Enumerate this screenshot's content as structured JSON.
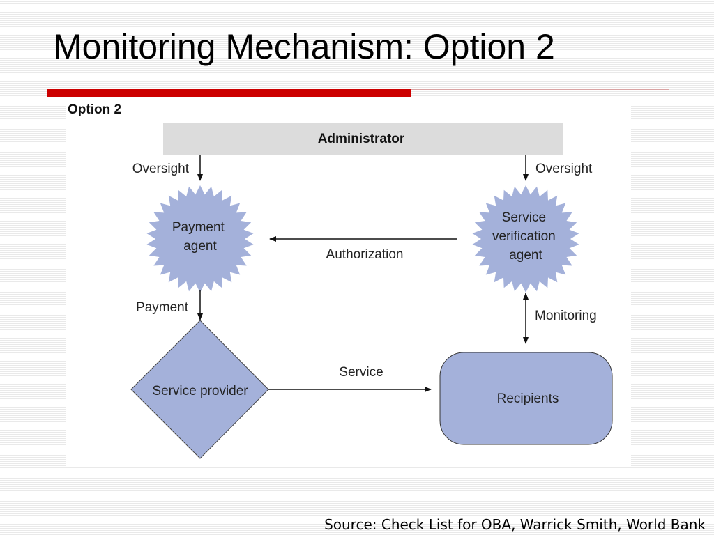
{
  "slide": {
    "title": "Monitoring Mechanism: Option 2",
    "source": "Source: Check List for OBA, Warrick Smith, World Bank"
  },
  "diagram": {
    "heading": "Option 2",
    "nodes": {
      "administrator": "Administrator",
      "payment_agent": [
        "Payment",
        "agent"
      ],
      "verification_agent": [
        "Service",
        "verification",
        "agent"
      ],
      "service_provider": "Service provider",
      "recipients": "Recipients"
    },
    "edges": {
      "oversight_left": "Oversight",
      "oversight_right": "Oversight",
      "authorization": "Authorization",
      "payment": "Payment",
      "monitoring": "Monitoring",
      "service": "Service"
    }
  },
  "colors": {
    "accent_red": "#cc0000",
    "node_fill": "#a4b1da",
    "admin_fill": "#dcdcdc"
  }
}
